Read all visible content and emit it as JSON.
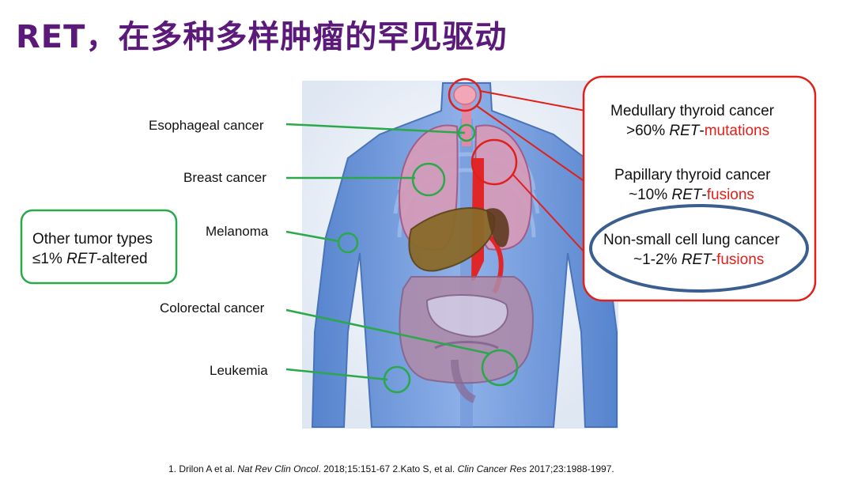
{
  "title": "RET，在多种多样肿瘤的罕见驱动",
  "left_labels": {
    "esophageal": "Esophageal cancer",
    "breast": "Breast cancer",
    "melanoma": "Melanoma",
    "colorectal": "Colorectal cancer",
    "leukemia": "Leukemia"
  },
  "other_box": {
    "line1": "Other tumor types",
    "line2_prefix": "≤1% ",
    "line2_gene": "RET",
    "line2_suffix": "-altered"
  },
  "right_box": {
    "mtc_name": "Medullary thyroid cancer",
    "mtc_pct": ">60% ",
    "mtc_gene": "RET",
    "mtc_dash": "-",
    "mtc_type": "mutations",
    "ptc_name": "Papillary thyroid cancer",
    "ptc_pct": "~10% ",
    "ptc_gene": "RET",
    "ptc_dash": "-",
    "ptc_type": "fusions",
    "nsclc_name": "Non-small cell lung cancer",
    "nsclc_pct": "~1-2% ",
    "nsclc_gene": "RET",
    "nsclc_dash": "-",
    "nsclc_type": "fusions"
  },
  "footer": {
    "ref1_authors": "1. Drilon A et al. ",
    "ref1_journal": "Nat Rev Clin Oncol",
    "ref1_rest": ". 2018;15:151-67 2.Kato S, et al. ",
    "ref2_journal": "Clin Cancer Res",
    "ref2_rest": " 2017;23:1988-1997."
  },
  "colors": {
    "title": "#5b1a7a",
    "green": "#2aa84a",
    "red": "#e0201a",
    "blue_ellipse": "#3a5f8f",
    "body_blue": "#4a7fd4"
  }
}
